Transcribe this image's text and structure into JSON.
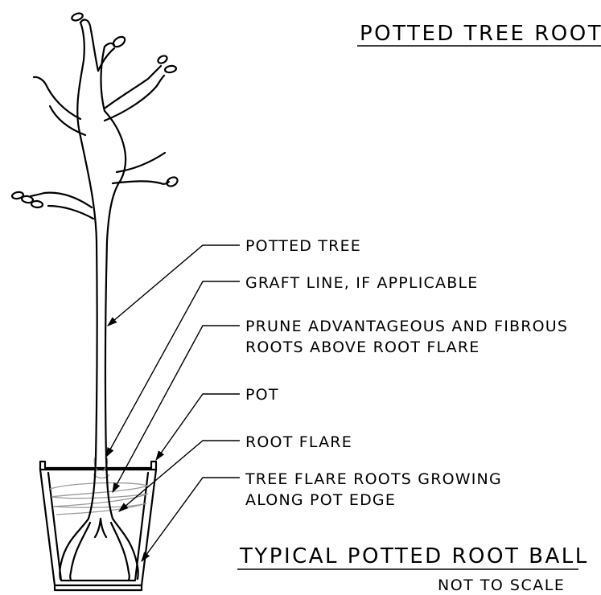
{
  "drawing": {
    "title": "POTTED TREE ROOT",
    "main_caption": "TYPICAL POTTED ROOT BALL",
    "scale_note": "NOT TO SCALE"
  },
  "callouts": [
    {
      "line1": "POTTED TREE",
      "line2": ""
    },
    {
      "line1": "GRAFT LINE, IF APPLICABLE",
      "line2": ""
    },
    {
      "line1": "PRUNE ADVANTAGEOUS AND FIBROUS",
      "line2": "ROOTS ABOVE ROOT FLARE"
    },
    {
      "line1": "POT",
      "line2": ""
    },
    {
      "line1": "ROOT FLARE",
      "line2": ""
    },
    {
      "line1": "TREE FLARE ROOTS GROWING",
      "line2": "ALONG POT EDGE"
    }
  ]
}
